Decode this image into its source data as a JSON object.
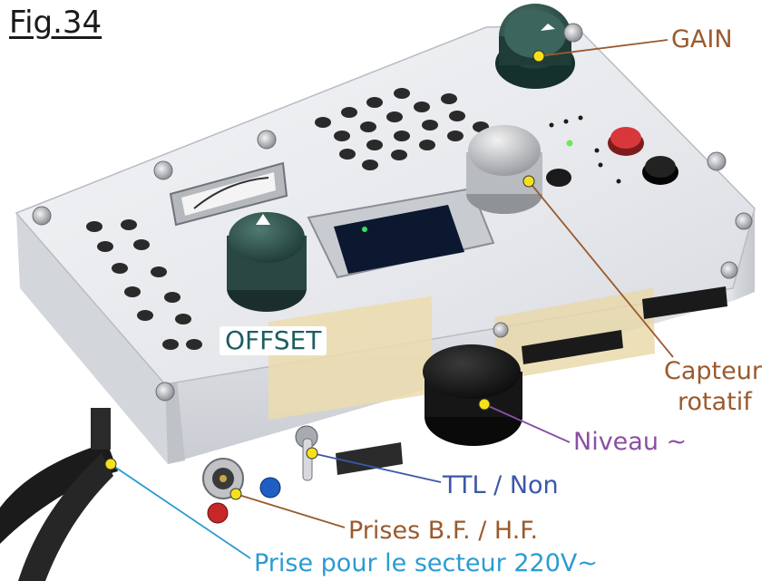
{
  "figure": {
    "title": "Fig.34",
    "labels": {
      "gain": "GAIN",
      "offset": "OFFSET",
      "capteur_line1": "Capteur",
      "capteur_line2": "rotatif",
      "niveau": "Niveau ~",
      "ttl": "TTL / Non",
      "prises": "Prises B.F. / H.F.",
      "secteur": "Prise pour le secteur 220V~"
    },
    "colors": {
      "brown_label": "#9a5a2e",
      "purple_label": "#8a4fa3",
      "blue_label": "#3a58a8",
      "cyan_label": "#2b9bd2",
      "offset_label": "#1d5e62",
      "marker_dot": "#f5e11a"
    }
  }
}
